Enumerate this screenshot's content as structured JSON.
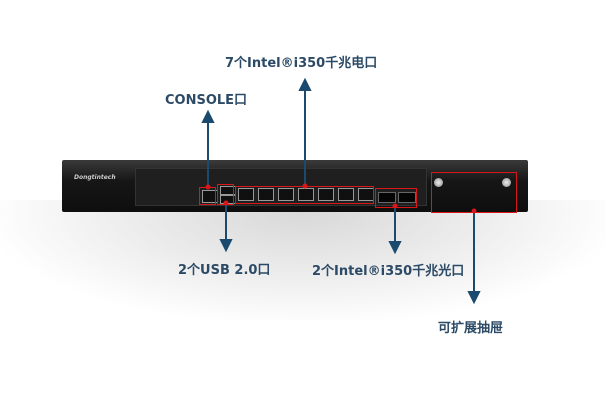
{
  "labels": {
    "rj45": "7个Intel®i350千兆电口",
    "console": "CONSOLE口",
    "usb": "2个USB 2.0口",
    "sfp": "2个Intel®i350千兆光口",
    "drawer": "可扩展抽屉"
  },
  "device": {
    "brand": "Dongtintech"
  },
  "colors": {
    "highlight": "#d81818",
    "arrow": "#1b4a6e",
    "label": "#2c4a66"
  }
}
